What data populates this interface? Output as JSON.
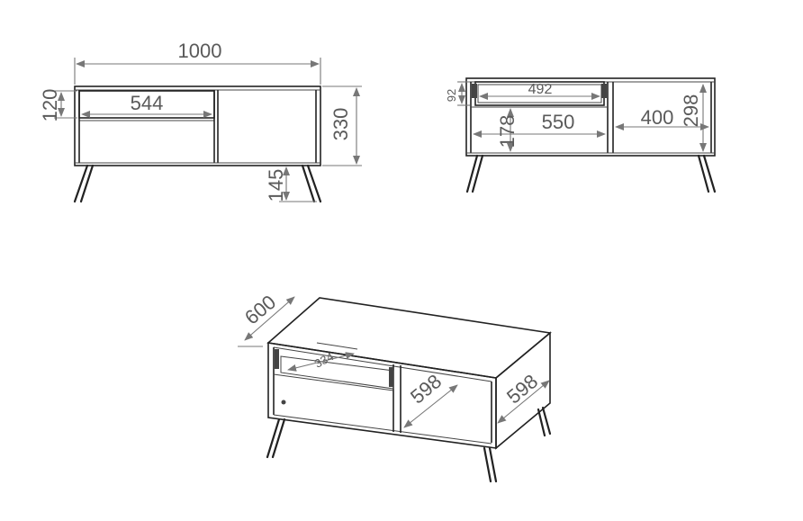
{
  "front_view": {
    "overall_width": "1000",
    "drawer_height": "120",
    "drawer_width": "544",
    "overall_height": "330",
    "leg_height": "145"
  },
  "open_view": {
    "drawer_front_height": "92",
    "drawer_inner_width": "492",
    "shelf_height": "178",
    "shelf_width": "550",
    "right_compartment_width": "400",
    "inner_height": "298"
  },
  "iso_view": {
    "depth": "600",
    "drawer_depth": "334",
    "middle_depth": "598",
    "right_depth": "598"
  }
}
